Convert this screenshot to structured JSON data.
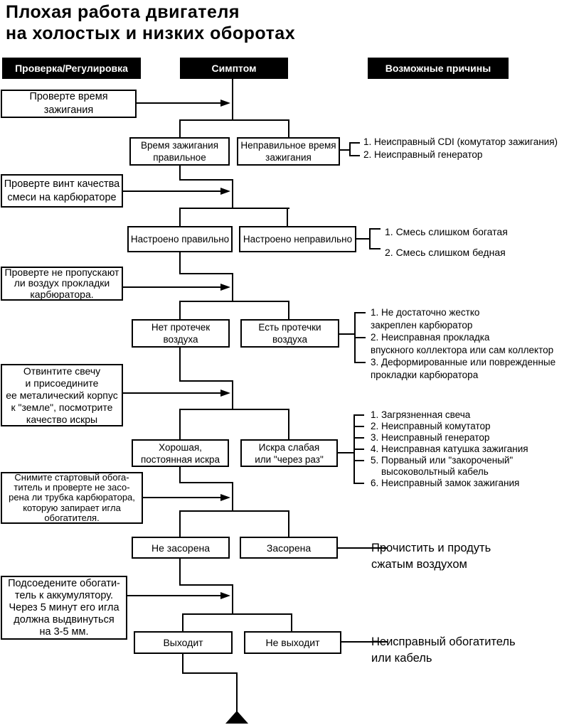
{
  "title": {
    "text": "Плохая работа двигателя\nна холостых и низких оборотах"
  },
  "headers": {
    "check": "Проверка/Регулировка",
    "symptom": "Симптом",
    "causes": "Возможные причины"
  },
  "checks": [
    {
      "text": "Проверте время\nзажигания"
    },
    {
      "text": "Проверте винт качества\nсмеси на карбюраторе"
    },
    {
      "text": "Проверте не пропускают\nли воздух прокладки\nкарбюратора."
    },
    {
      "text": "Отвинтите свечу\nи присоедините\nее металический корпус\nк \"земле\", посмотрите\nкачество искры"
    },
    {
      "text": "Снимите стартовый обога-\nтитель и проверте не засо-\nрена ли трубка карбюратора,\nкоторую запирает игла\nобогатителя."
    },
    {
      "text": "Подсоедените обогати-\nтель к аккумулятору.\nЧерез 5 минут его игла\nдолжна выдвинуться\nна 3-5 мм."
    }
  ],
  "symptoms": [
    {
      "left": "Время зажигания\nправильное",
      "right": "Неправильное время\nзажигания"
    },
    {
      "left": "Настроено правильно",
      "right": "Настроено неправильно"
    },
    {
      "left": "Нет протечек\nвоздуха",
      "right": "Есть протечки\nвоздуха"
    },
    {
      "left": "Хорошая,\nпостоянная искра",
      "right": "Искра слабая\nили \"через раз\""
    },
    {
      "left": "Не засорена",
      "right": "Засорена"
    },
    {
      "left": "Выходит",
      "right": "Не выходит"
    }
  ],
  "causes": [
    "1. Неисправный CDI (комутатор зажигания)\n2. Неисправный генератор",
    "1. Смесь слишком богатая\n2. Смесь слишком бедная",
    "1. Не достаточно жестко\nзакреплен карбюратор\n2. Неисправная прокладка\nвпускного коллектора или сам коллектор\n3. Деформированные или поврежденные\nпрокладки карбюратора",
    "1. Загрязненная свеча\n2. Неисправный комутатор\n3. Неисправный генератор\n4. Неисправная катушка зажигания\n5. Порваный или \"закороченый\"\n    высоковольтный кабель\n6. Неисправный замок зажигания",
    "Прочистить и продуть\nсжатым воздухом",
    "Неисправный обогатитель\nили кабель"
  ],
  "colors": {
    "line": "#000000",
    "header_bg": "#000000",
    "header_text": "#ffffff"
  }
}
